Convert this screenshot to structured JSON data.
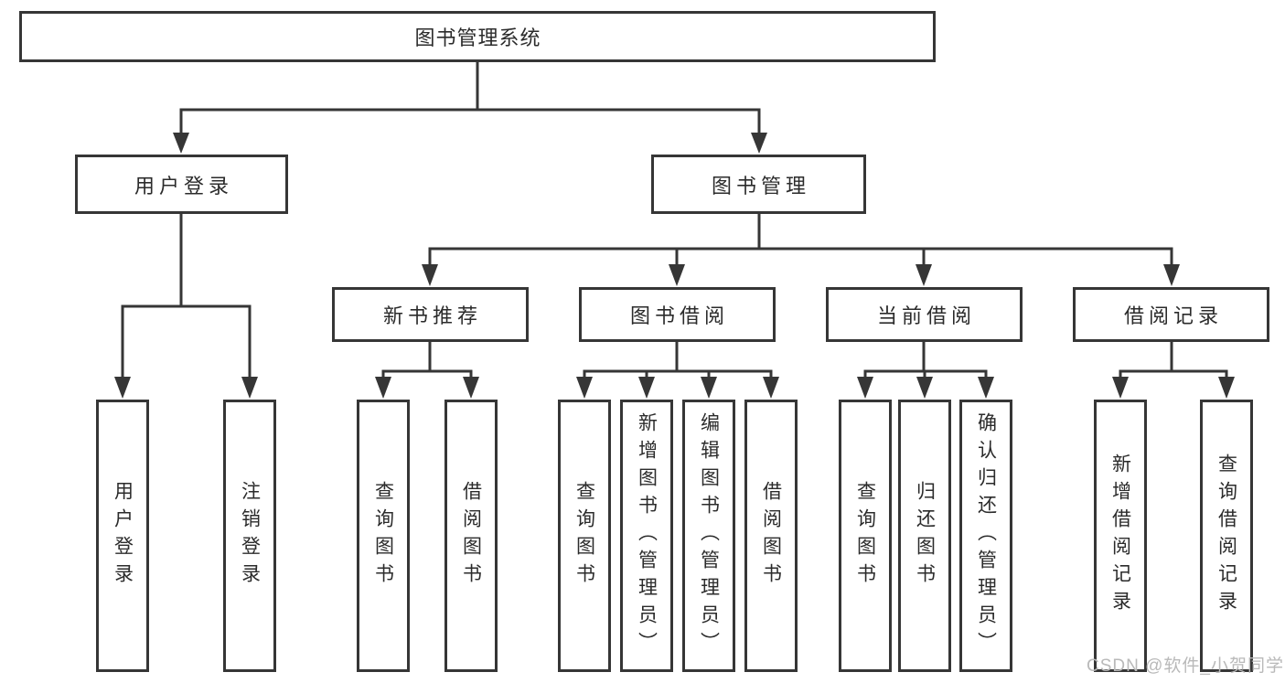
{
  "diagram": {
    "root": {
      "label": "图书管理系统"
    },
    "level2": [
      {
        "id": "user-login",
        "label": "用户登录"
      },
      {
        "id": "book-management",
        "label": "图书管理"
      }
    ],
    "level3": [
      {
        "id": "new-book-recommend",
        "label": "新书推荐"
      },
      {
        "id": "book-borrow",
        "label": "图书借阅"
      },
      {
        "id": "current-borrow",
        "label": "当前借阅"
      },
      {
        "id": "borrow-records",
        "label": "借阅记录"
      }
    ],
    "leaves": [
      {
        "id": "leaf-user-login",
        "parent": "user-login",
        "label": "用户登录"
      },
      {
        "id": "leaf-logout",
        "parent": "user-login",
        "label": "注销登录"
      },
      {
        "id": "leaf-query-book-recommend",
        "parent": "new-book-recommend",
        "label": "查询图书"
      },
      {
        "id": "leaf-borrow-book-recommend",
        "parent": "new-book-recommend",
        "label": "借阅图书"
      },
      {
        "id": "leaf-query-book-borrow",
        "parent": "book-borrow",
        "label": "查询图书"
      },
      {
        "id": "leaf-add-book-admin",
        "parent": "book-borrow",
        "label": "新增图书（管理员）"
      },
      {
        "id": "leaf-edit-book-admin",
        "parent": "book-borrow",
        "label": "编辑图书（管理员）"
      },
      {
        "id": "leaf-borrow-book",
        "parent": "book-borrow",
        "label": "借阅图书"
      },
      {
        "id": "leaf-query-book-current",
        "parent": "current-borrow",
        "label": "查询图书"
      },
      {
        "id": "leaf-return-book",
        "parent": "current-borrow",
        "label": "归还图书"
      },
      {
        "id": "leaf-confirm-return-admin",
        "parent": "current-borrow",
        "label": "确认归还（管理员）"
      },
      {
        "id": "leaf-add-borrow-record",
        "parent": "borrow-records",
        "label": "新增借阅记录"
      },
      {
        "id": "leaf-query-borrow-record",
        "parent": "borrow-records",
        "label": "查询借阅记录"
      }
    ],
    "colors": {
      "line": "#363636",
      "text": "#2b2b2b",
      "background": "#ffffff",
      "watermark": "#b9b9b9"
    },
    "watermark": {
      "text": "CSDN @软件_小贺同学"
    }
  }
}
